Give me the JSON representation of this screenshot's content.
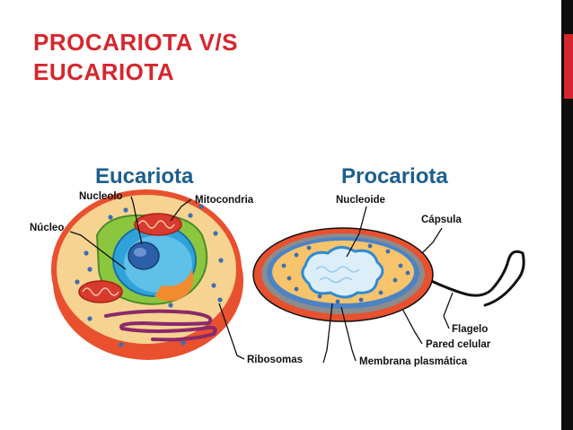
{
  "slide": {
    "title_line1": "PROCARIOTA V/S",
    "title_line2": "EUCARIOTA",
    "accent_color": "#d7262d"
  },
  "diagram": {
    "eukaryote_heading": "Eucariota",
    "prokaryote_heading": "Procariota",
    "labels": {
      "nucleolo": "Nucleolo",
      "mitocondria": "Mitocondria",
      "nucleo": "Núcleo",
      "ribosomas": "Ribosomas",
      "nucleoide": "Nucleoide",
      "capsula": "Cápsula",
      "flagelo": "Flagelo",
      "pared_celular": "Pared celular",
      "membrana_plasmatica": "Membrana plasmática"
    },
    "heading_color": "#1d5f8e"
  }
}
